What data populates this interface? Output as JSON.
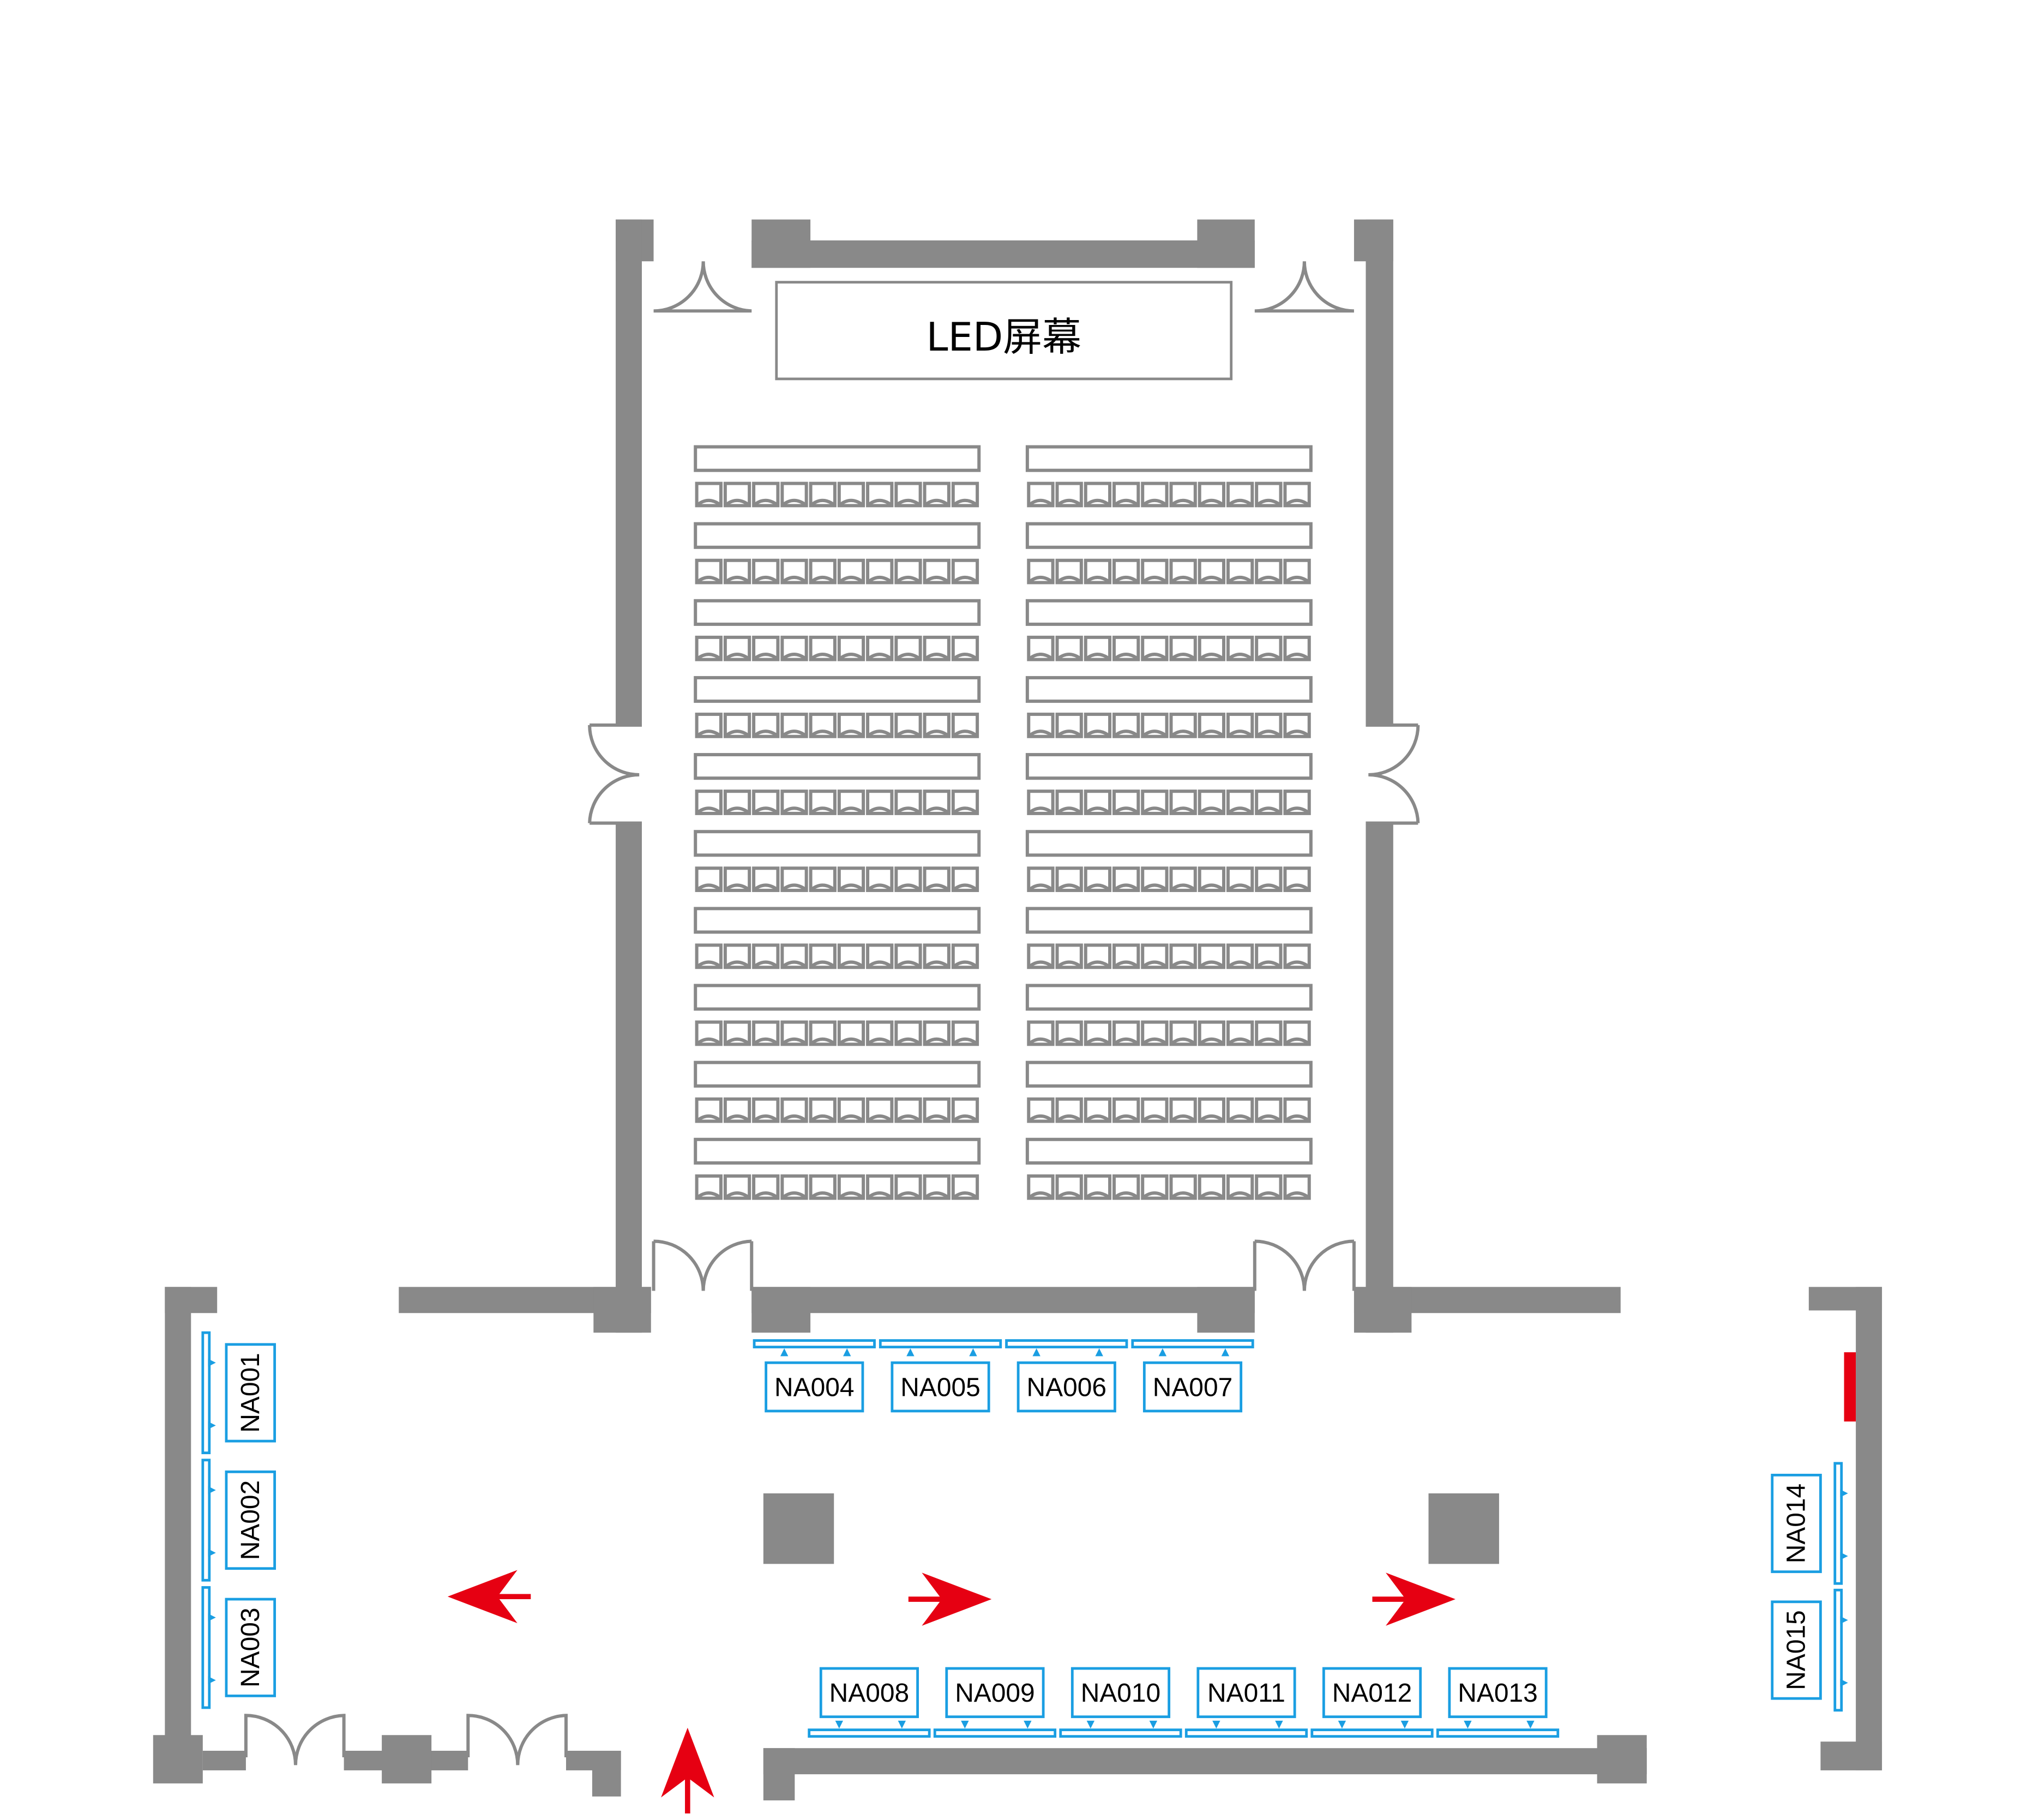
{
  "screen_label": "LED屏幕",
  "seating": {
    "rows": 10,
    "seats_per_row_per_block": 10,
    "blocks": 2
  },
  "booths_top": [
    "NA004",
    "NA005",
    "NA006",
    "NA007"
  ],
  "booths_bottom": [
    "NA008",
    "NA009",
    "NA010",
    "NA011",
    "NA012",
    "NA013"
  ],
  "booths_left": [
    "NA001",
    "NA002",
    "NA003"
  ],
  "booths_right": [
    "NA014",
    "NA015"
  ],
  "colors": {
    "wall": "#898989",
    "booth": "#1a9ee2",
    "arrow": "#e60012"
  }
}
